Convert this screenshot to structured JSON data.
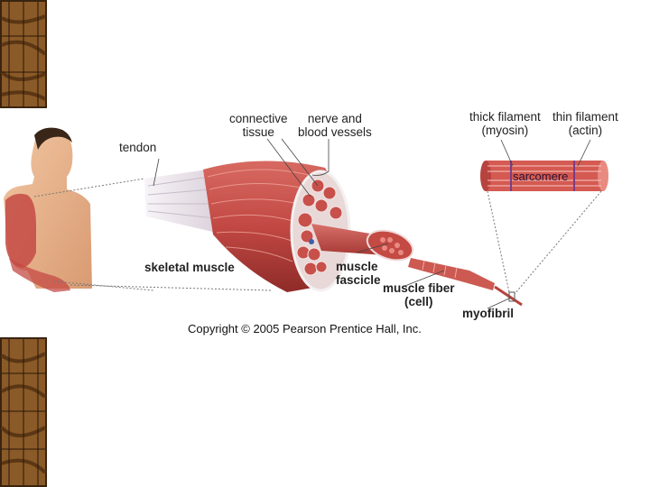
{
  "labels": {
    "connective_tissue": "connective\ntissue",
    "nerve_blood_vessels": "nerve and\nblood vessels",
    "tendon": "tendon",
    "skeletal_muscle": "skeletal muscle",
    "muscle_fascicle": "muscle\nfascicle",
    "muscle_fiber": "muscle fiber\n(cell)",
    "myofibril": "myofibril",
    "thick_filament": "thick filament\n(myosin)",
    "thin_filament": "thin filament\n(actin)",
    "sarcomere": "sarcomere"
  },
  "copyright": "Copyright © 2005 Pearson Prentice Hall, Inc.",
  "colors": {
    "muscle": "#c8504a",
    "muscle_dark": "#9c2f2c",
    "tendon": "#e8e2e8",
    "skin": "#e9b48e",
    "strip_dark": "#3a2410",
    "strip_light": "#b07a3a"
  }
}
